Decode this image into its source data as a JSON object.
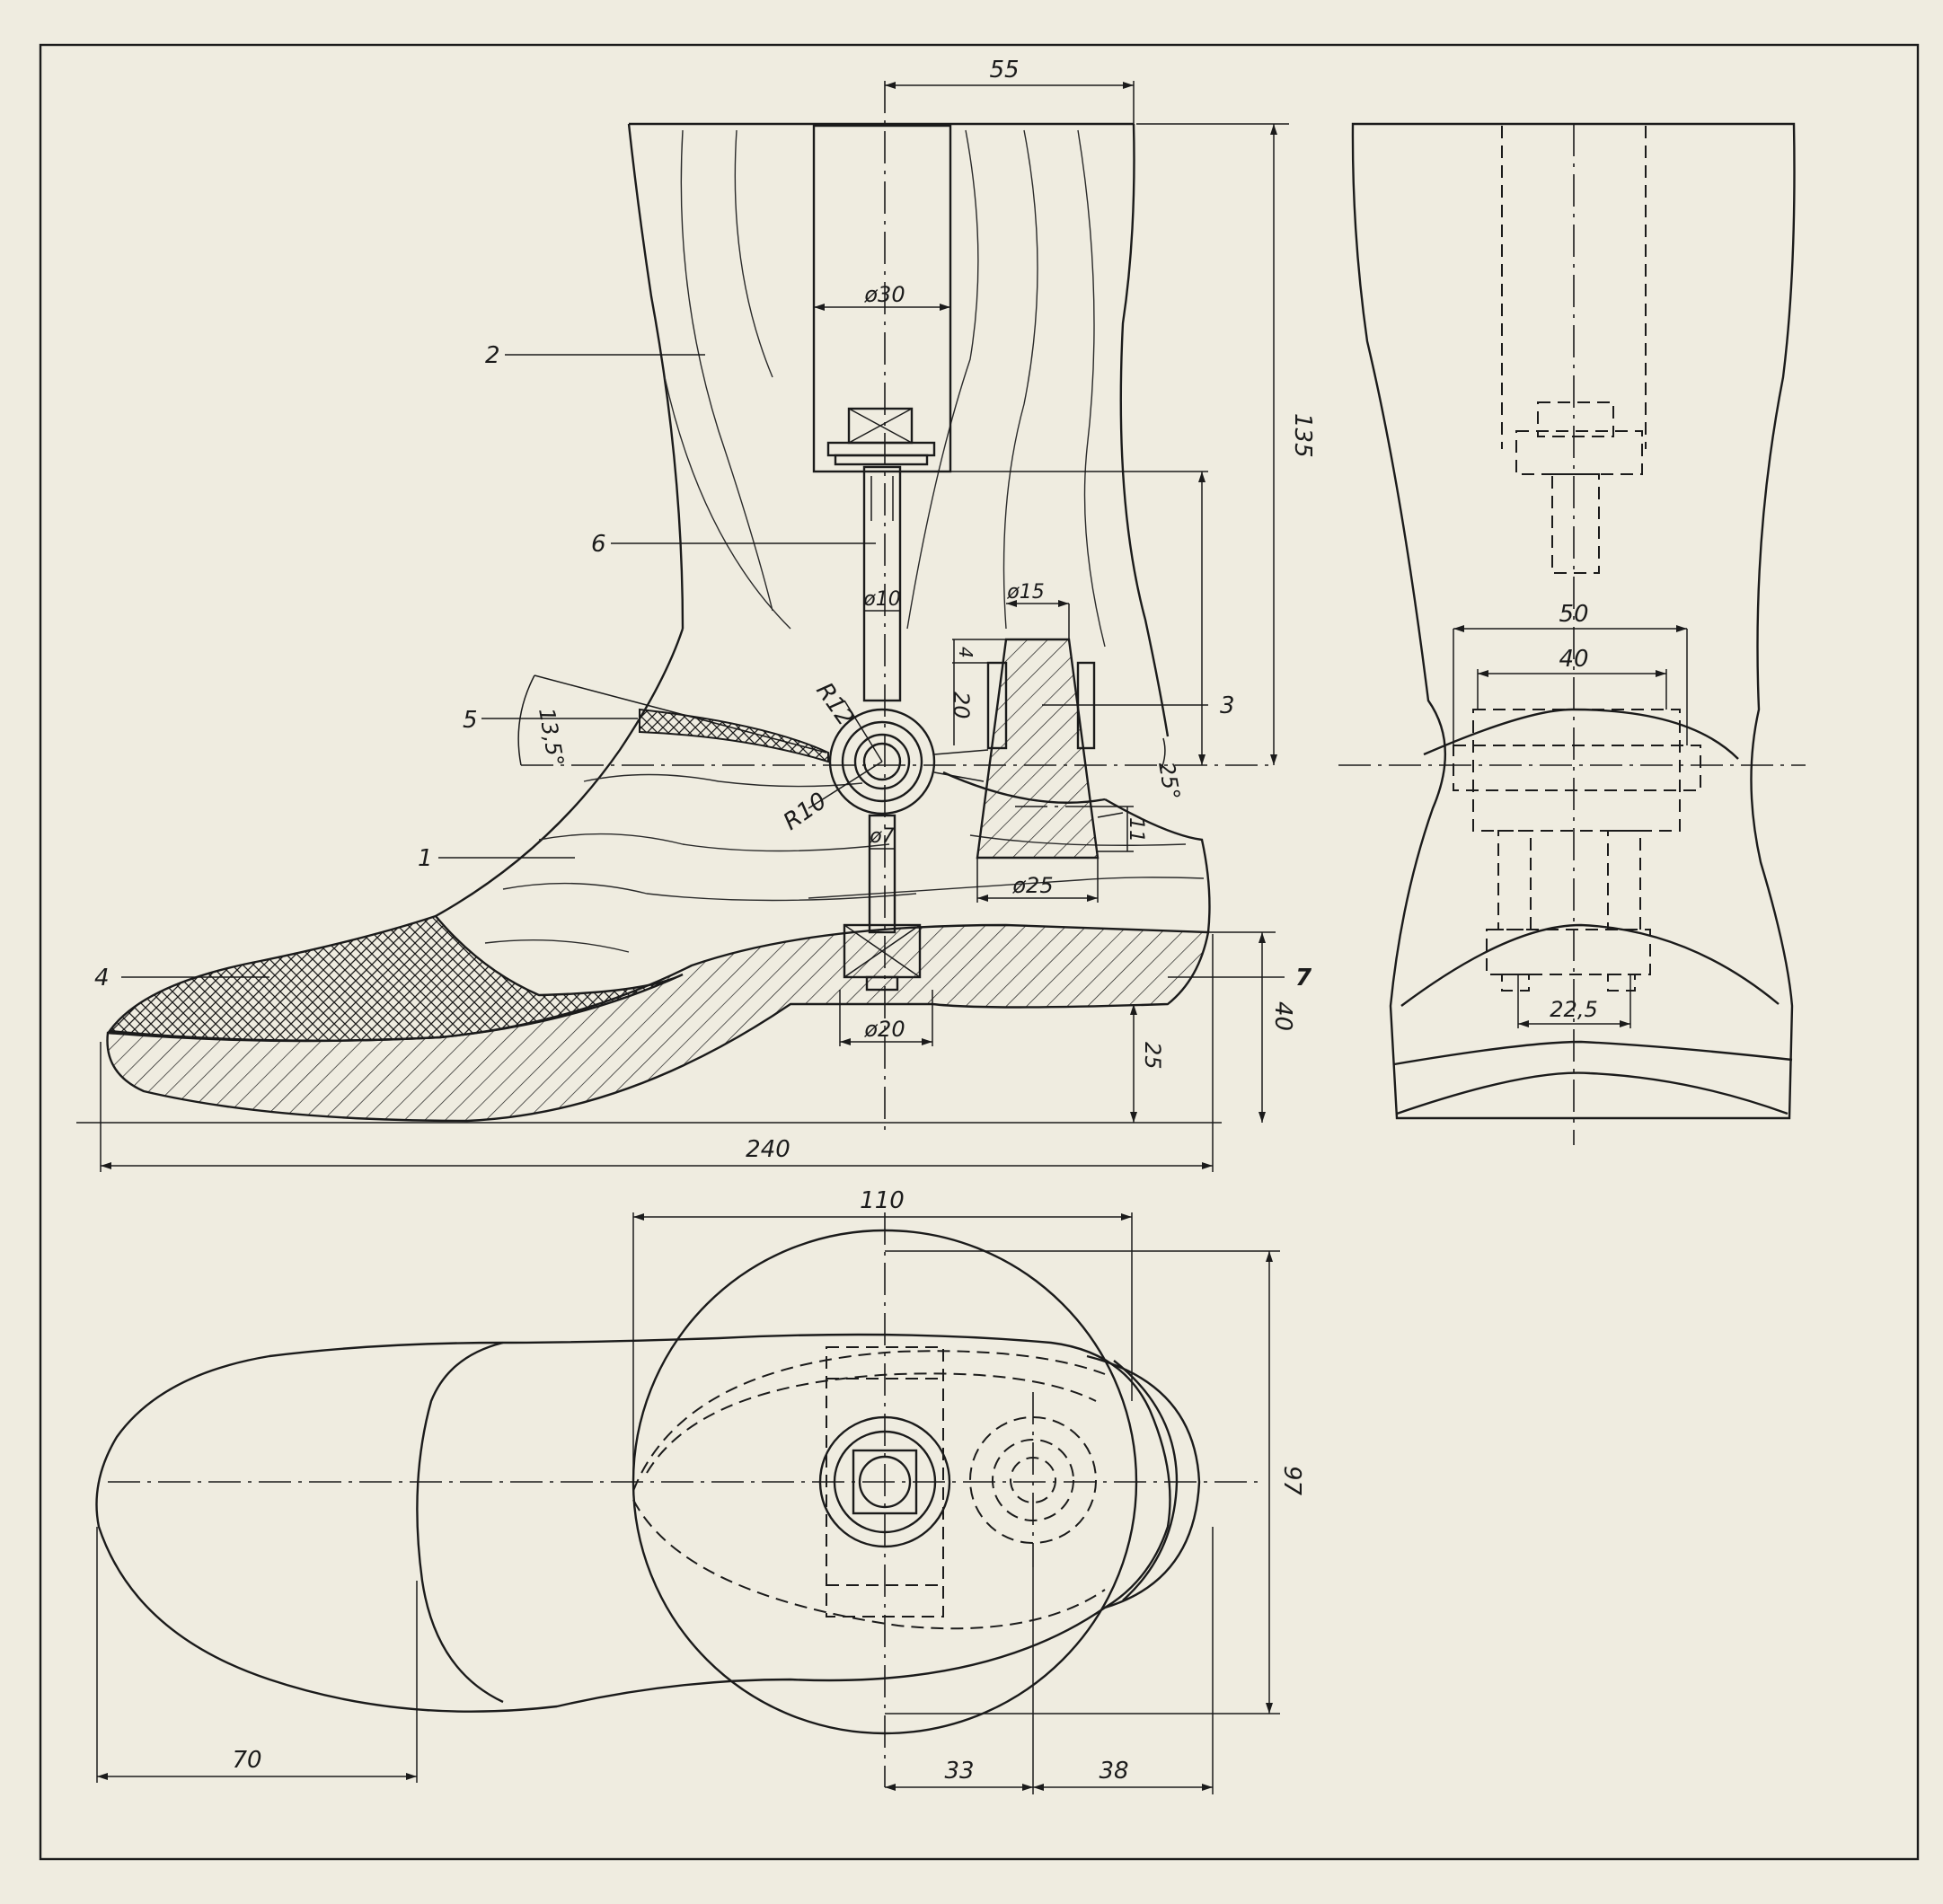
{
  "dimensions": {
    "d55": "55",
    "d135": "135",
    "dia30": "ø30",
    "dia10": "ø10",
    "dia15": "ø15",
    "d4": "4",
    "d20": "20",
    "r12": "R12",
    "r10": "R10",
    "a135": "13,5°",
    "a25": "25°",
    "dia7": "ø7",
    "dia25": "ø25",
    "d11": "11",
    "dia20": "ø20",
    "d40": "40",
    "d25": "25",
    "d240": "240",
    "d50": "50",
    "d40b": "40",
    "d225": "22,5",
    "d110": "110",
    "d97": "97",
    "d70": "70",
    "d33": "33",
    "d38": "38"
  },
  "parts": {
    "p1": "1",
    "p2": "2",
    "p3": "3",
    "p4": "4",
    "p5": "5",
    "p6": "6",
    "p7": "7"
  }
}
